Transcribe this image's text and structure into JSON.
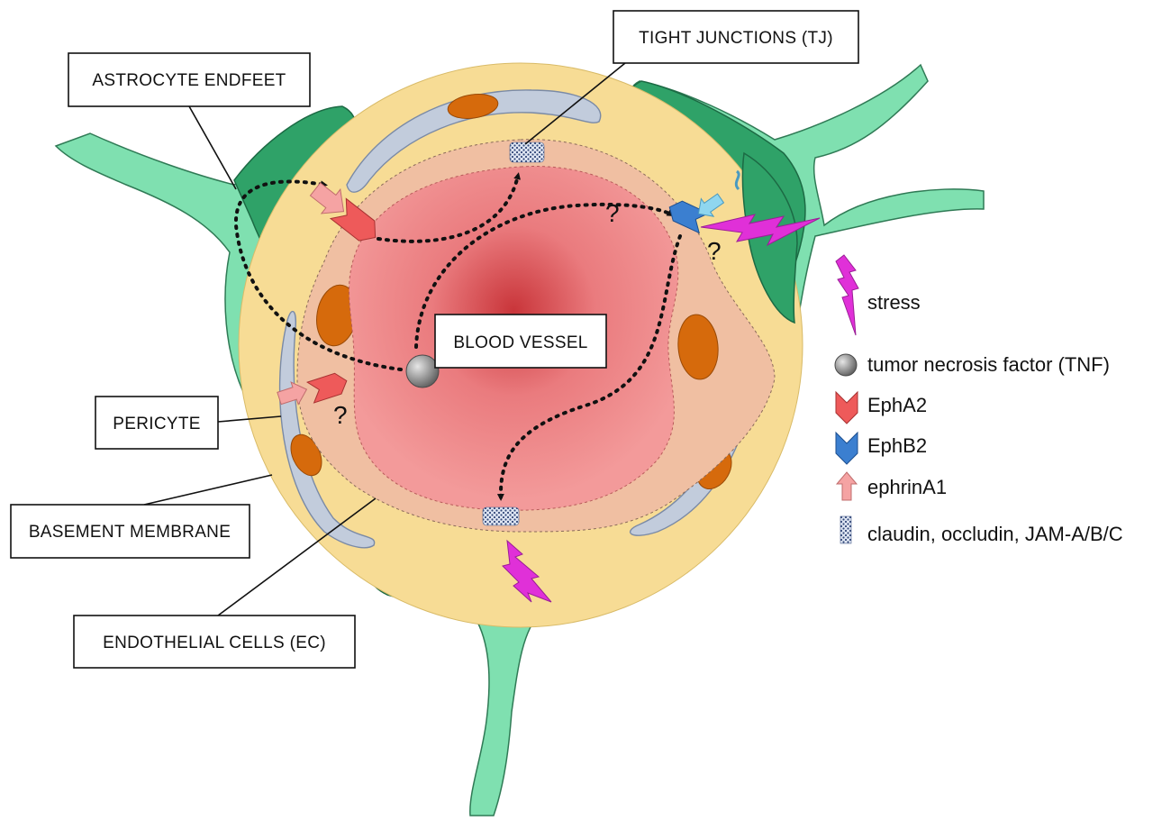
{
  "labels": {
    "astrocyte_endfeet": "ASTROCYTE ENDFEET",
    "tight_junctions": "TIGHT JUNCTIONS (TJ)",
    "blood_vessel": "BLOOD VESSEL",
    "pericyte": "PERICYTE",
    "basement_membrane": "BASEMENT MEMBRANE",
    "endothelial_cells": "ENDOTHELIAL CELLS (EC)"
  },
  "question_marks": [
    "?",
    "?",
    "?"
  ],
  "legend": {
    "stress": "stress",
    "tnf": "tumor necrosis factor (TNF)",
    "epha2": "EphA2",
    "ephb2": "EphB2",
    "ephrina1": "ephrinA1",
    "tj_proteins": "claudin, occludin, JAM-A/B/C"
  },
  "colors": {
    "basement_membrane": "#f7dc95",
    "vessel_lumen": "#ef8a8c",
    "endothelium": "#f0bfa2",
    "astrocyte": "#7fe0b0",
    "pericyte": "#c2ccdc",
    "nucleus": "#d66a0c",
    "epha2": "#ee5a5a",
    "ephb2": "#3b7fd0",
    "ephrina1": "#f5a3a3",
    "stress": "#e030d8",
    "tnf": "#7a7a7a"
  }
}
